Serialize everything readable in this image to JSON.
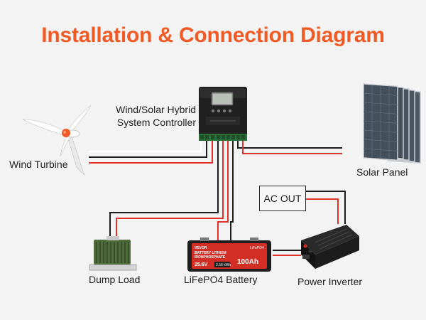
{
  "title": "Installation & Connection Diagram",
  "components": {
    "wind_turbine": "Wind Turbine",
    "controller_line1": "Wind/Solar Hybrid",
    "controller_line2": "System Controller",
    "solar_panel": "Solar Panel",
    "ac_out": "AC OUT",
    "dump_load": "Dump Load",
    "battery": "LiFePO4 Battery",
    "power_inverter": "Power Inverter"
  },
  "battery_label": {
    "brand": "VEVOR",
    "chem": "LiFePO4",
    "line1": "BATTERY LITHIUM",
    "line2": "IRONPHOSPHATE",
    "voltage": "25.6V",
    "capacity": "100Ah",
    "energy": "2.56 kWh"
  },
  "colors": {
    "title": "#f15a24",
    "wire_red": "#e0312b",
    "wire_black": "#1c1c1c",
    "wire_white": "#ffffff"
  }
}
